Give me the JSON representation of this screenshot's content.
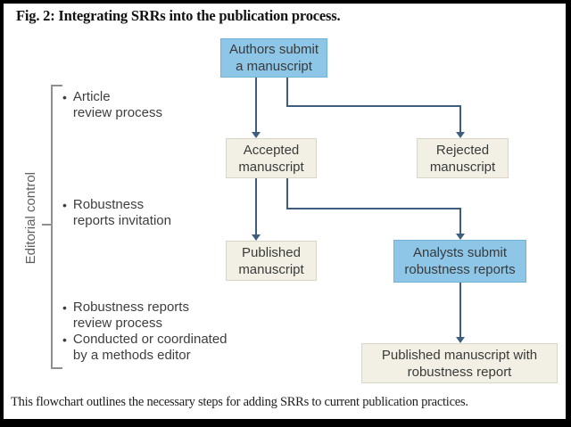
{
  "figure": {
    "title": "Fig. 2: Integrating SRRs into the publication process.",
    "caption": "This flowchart outlines the necessary steps for adding SRRs to current publication practices."
  },
  "sidebar": {
    "bracket_label": "Editorial control",
    "bullets": [
      {
        "line1": "Article",
        "line2": "review process"
      },
      {
        "line1": "Robustness",
        "line2": "reports invitation"
      },
      {
        "line1": "Robustness reports",
        "line2": "review process"
      },
      {
        "line1": "Conducted or coordinated",
        "line2": "by a methods editor"
      }
    ]
  },
  "flowchart": {
    "nodes": {
      "authors": {
        "line1": "Authors submit",
        "line2": "a manuscript",
        "style": "highlight"
      },
      "accepted": {
        "line1": "Accepted",
        "line2": "manuscript",
        "style": "plain"
      },
      "rejected": {
        "line1": "Rejected",
        "line2": "manuscript",
        "style": "plain"
      },
      "published": {
        "line1": "Published",
        "line2": "manuscript",
        "style": "plain"
      },
      "analysts": {
        "line1": "Analysts submit",
        "line2": "robustness reports",
        "style": "highlight"
      },
      "final": {
        "line1": "Published manuscript with",
        "line2": "robustness report",
        "style": "plain"
      }
    },
    "edges": [
      "authors -> accepted",
      "authors -> rejected",
      "accepted -> published",
      "accepted -> analysts",
      "analysts -> final"
    ]
  },
  "colors": {
    "highlight_box_fill": "#8dc6e7",
    "highlight_box_border": "#6fb2da",
    "plain_box_fill": "#f2f0e4",
    "plain_box_border": "#d9d6c5",
    "connector": "#3f5e7f",
    "bracket": "#8f8f8f",
    "frame": "#000000"
  }
}
